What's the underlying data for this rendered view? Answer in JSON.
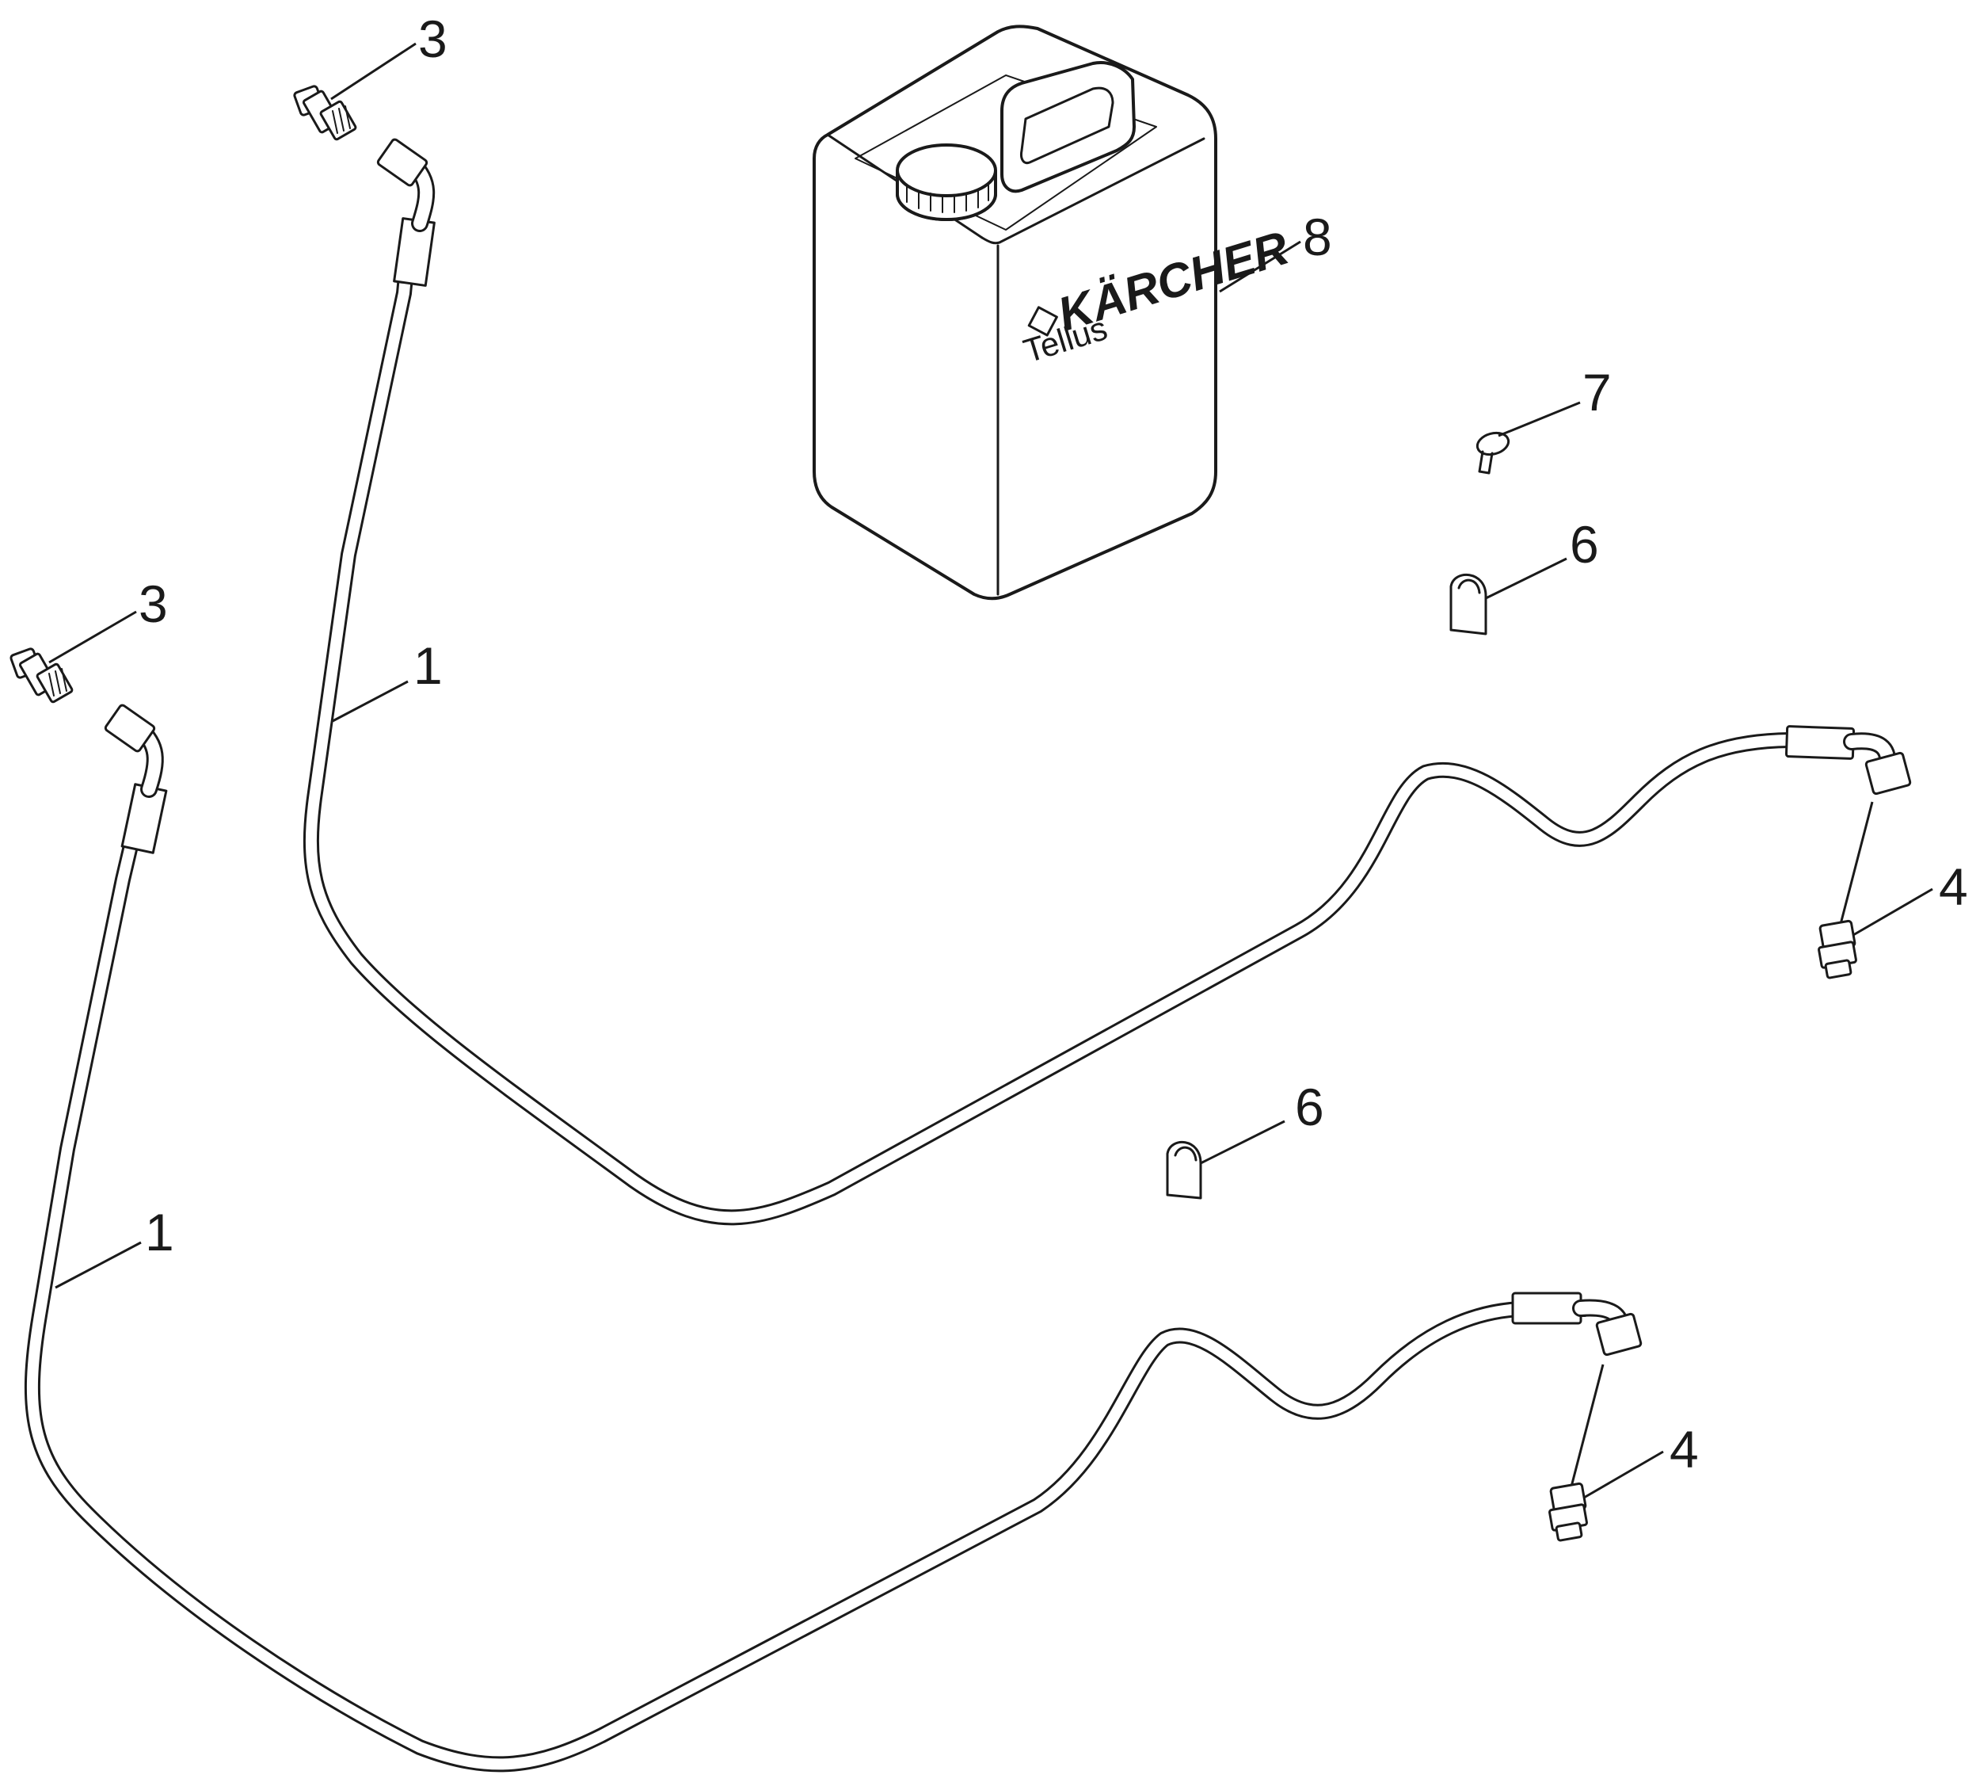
{
  "callouts": [
    {
      "id": "hose-upper",
      "label": "1"
    },
    {
      "id": "hose-lower",
      "label": "1"
    },
    {
      "id": "nipple-upper",
      "label": "3"
    },
    {
      "id": "nipple-lower",
      "label": "3"
    },
    {
      "id": "fitting-upper",
      "label": "4"
    },
    {
      "id": "fitting-lower",
      "label": "4"
    },
    {
      "id": "clip-upper",
      "label": "6"
    },
    {
      "id": "clip-lower",
      "label": "6"
    },
    {
      "id": "screw",
      "label": "7"
    },
    {
      "id": "canister",
      "label": "8"
    }
  ],
  "canister": {
    "brand": "KÄRCHER",
    "product": "Tellus"
  }
}
